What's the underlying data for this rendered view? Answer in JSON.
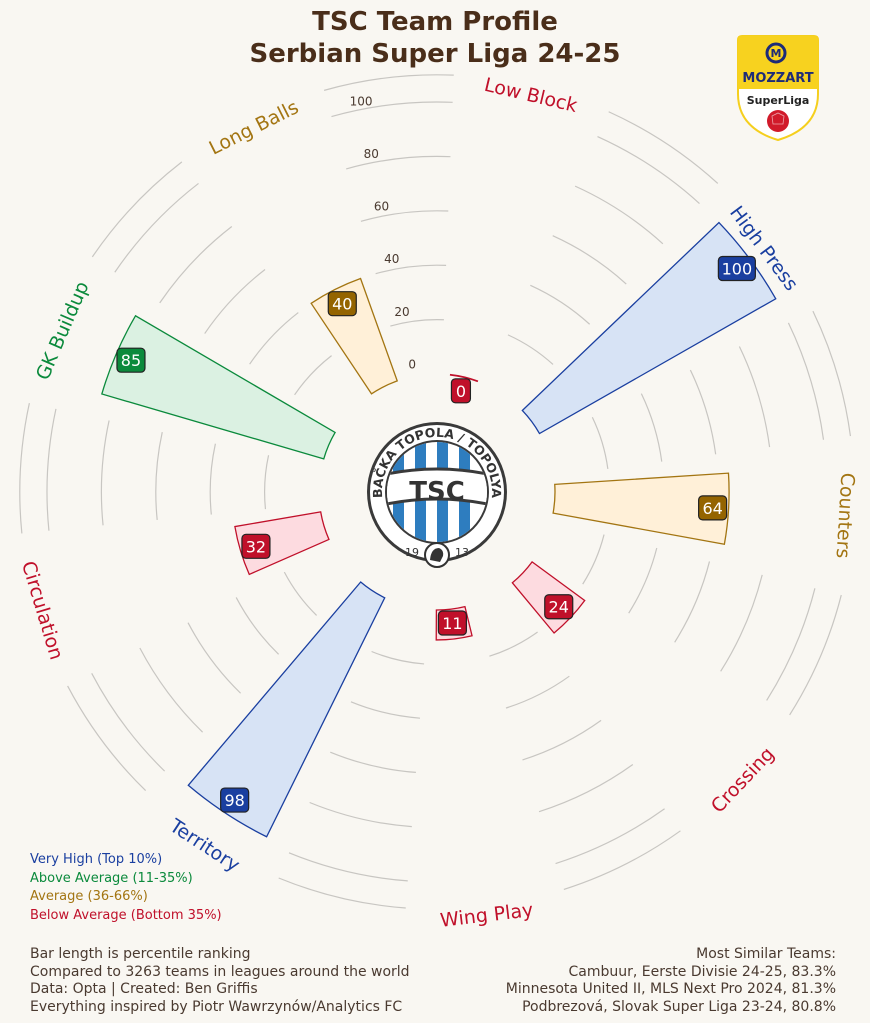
{
  "title": "TSC Team Profile",
  "subtitle": "Serbian Super Liga 24-25",
  "team_logo": {
    "name": "TSC",
    "ring_text": "BAČKA TOPOLA / TOPOLYA",
    "year_left": "19",
    "year_right": "13"
  },
  "league_logo": {
    "brand": "MOZZART",
    "league": "SuperLiga"
  },
  "colors": {
    "very_high": "#1a3fa0",
    "very_high_fill": "#d7e3f5",
    "above": "#0b8a3c",
    "above_fill": "#dbf1e2",
    "average": "#a37512",
    "average_box": "#946400",
    "average_fill": "#fff0d8",
    "below": "#c0102a",
    "below_fill": "#fddbe0",
    "text": "#4a2e1a",
    "grid": "#c8c6c2"
  },
  "chart_data": {
    "type": "polar-bar",
    "title": "TSC Team Profile - Serbian Super Liga 24-25",
    "categories": [
      "Low Block",
      "High Press",
      "Counters",
      "Crossing",
      "Wing Play",
      "Territory",
      "Circulation",
      "GK Buildup",
      "Long Balls"
    ],
    "values": [
      0,
      100,
      64,
      24,
      11,
      98,
      32,
      85,
      40
    ],
    "tiers": [
      "below",
      "very_high",
      "average",
      "below",
      "below",
      "very_high",
      "below",
      "above",
      "average"
    ],
    "radial_ticks": [
      "0",
      "20",
      "40",
      "60",
      "80",
      "100"
    ],
    "rlim": [
      0,
      100
    ]
  },
  "legend": [
    {
      "label": "Very High (Top 10%)",
      "tier": "very_high"
    },
    {
      "label": "Above Average (11-35%)",
      "tier": "above"
    },
    {
      "label": "Average (36-66%)",
      "tier": "average"
    },
    {
      "label": "Below Average (Bottom 35%)",
      "tier": "below"
    }
  ],
  "notes": [
    "Bar length is percentile ranking",
    "Compared to 3263 teams in leagues around the world",
    "Data: Opta | Created: Ben Griffis",
    "Everything inspired by Piotr Wawrzynów/Analytics FC"
  ],
  "similar": {
    "heading": "Most Similar Teams:",
    "teams": [
      "Cambuur, Eerste Divisie 24-25, 83.3%",
      "Minnesota United II, MLS Next Pro 2024, 81.3%",
      "Podbrezová, Slovak Super Liga 23-24, 80.8%"
    ]
  }
}
